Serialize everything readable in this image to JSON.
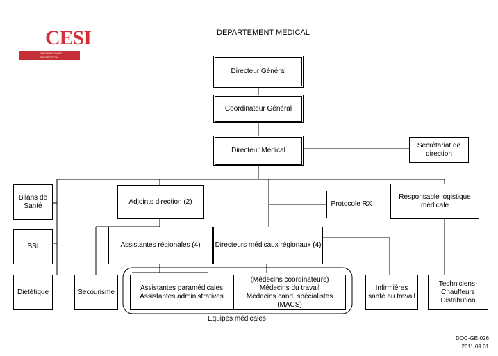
{
  "logo": {
    "mark": "CESI",
    "tagline": "PRÉVENTION ET PROTECTION"
  },
  "title": "DEPARTEMENT MEDICAL",
  "boxes": {
    "directeur_general": "Directeur Général",
    "coordinateur_general": "Coordinateur Général",
    "directeur_medical": "Directeur Médical",
    "secretariat": "Secrétariat de\ndirection",
    "bilans": "Bilans de\nSanté",
    "ssi": "SSI",
    "dietetique": "Diététique",
    "adjoints": "Adjoints direction (2)",
    "protocole": "Protocole RX",
    "logistique": "Responsable logistique\nmédicale",
    "assistantes_regionales": "Assistantes régionales (4)",
    "directeurs_regionaux": "Directeurs médicaux régionaux (4)",
    "secourisme": "Secourisme",
    "assistantes_equipe": "Assistantes paramédicales\nAssistantes administratives",
    "medecins_equipe": "(Médecins coordinateurs)\nMédecins du travail\nMédecins cand. spécialistes (MACS)",
    "infirmieres": "Infirmières\nsanté au travail",
    "techniciens": "Techniciens-\nChauffeurs\nDistribution"
  },
  "group_label": "Equipes médicales",
  "footer": {
    "doc_code": "DOC-GE-026",
    "date": "2011 09 01"
  },
  "colors": {
    "brand": "#c62f38"
  }
}
